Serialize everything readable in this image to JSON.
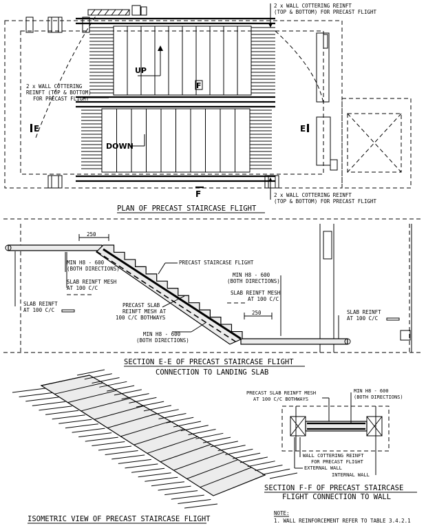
{
  "plan": {
    "wall_top_note_1": "2 x WALL COTTERING REINFT",
    "wall_top_note_2": "(TOP & BOTTOM) FOR PRECAST FLIGHT",
    "wall_left_note_1": "2 x WALL COTTERING",
    "wall_left_note_2": "REINFT (TOP & BOTTOM)",
    "wall_left_note_3": "FOR PRECAST FLIGHT",
    "wall_bottom_note_1": "2 x WALL COTTERING REINFT",
    "wall_bottom_note_2": "(TOP & BOTTOM) FOR PRECAST FLIGHT",
    "up_label": "UP",
    "down_label": "DOWN",
    "section_mark_e": "E",
    "section_mark_f": "F",
    "title": "PLAN OF PRECAST STAIRCASE FLIGHT"
  },
  "section_ee": {
    "dim_top": "250",
    "dim_bottom": "250",
    "min_h8_top_1": "MIN H8 - 600",
    "min_h8_top_2": "(BOTH DIRECTIONS)",
    "slab_mesh_left_1": "SLAB REINFT MESH",
    "slab_mesh_left_2": "AT 100 C/C",
    "slab_reinft_left_1": "SLAB REINFT",
    "slab_reinft_left_2": "AT 100 C/C",
    "flight_label": "PRECAST STAIRCASE FLIGHT",
    "precast_mesh_1": "PRECAST SLAB",
    "precast_mesh_2": "REINFT MESH AT",
    "precast_mesh_3": "100 C/C BOTHWAYS",
    "min_h8_bot_1": "MIN H8 - 600",
    "min_h8_bot_2": "(BOTH DIRECTIONS)",
    "min_h8_right_1": "MIN H8 - 600",
    "min_h8_right_2": "(BOTH DIRECTIONS)",
    "slab_mesh_right_1": "SLAB REINFT MESH",
    "slab_mesh_right_2": "AT 100 C/C",
    "slab_reinft_right_1": "SLAB REINFT",
    "slab_reinft_right_2": "AT 100 C/C",
    "title_1": "SECTION E-E OF PRECAST STAIRCASE FLIGHT",
    "title_2": "CONNECTION TO LANDING SLAB"
  },
  "section_ff": {
    "mesh_1": "PRECAST SLAB REINFT MESH",
    "mesh_2": "AT 100 C/C BOTHWAYS",
    "min_h8_1": "MIN H8 - 600",
    "min_h8_2": "(BOTH DIRECTIONS)",
    "cottering_1": "WALL COTTERING REINFT",
    "cottering_2": "FOR PRECAST FLIGHT",
    "external_wall": "EXTERNAL WALL",
    "internal_wall": "INTERNAL WALL",
    "title_1": "SECTION F-F OF PRECAST STAIRCASE",
    "title_2": "FLIGHT CONNECTION TO WALL"
  },
  "isometric": {
    "title": "ISOMETRIC VIEW OF PRECAST STAIRCASE FLIGHT"
  },
  "notes": {
    "heading": "NOTE:",
    "item_1": "1. WALL REINFORCEMENT REFER TO TABLE 3.4.2.1"
  }
}
